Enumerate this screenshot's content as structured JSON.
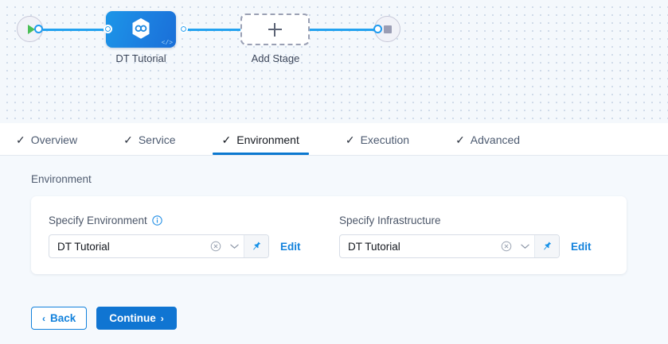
{
  "canvas": {
    "start_node": {
      "name": "start-node",
      "icon": "play-icon"
    },
    "end_node": {
      "name": "end-node",
      "icon": "stop-icon"
    },
    "stage": {
      "label": "DT Tutorial",
      "icon": "hexagon-infinity-icon",
      "badge": "</>"
    },
    "add_stage": {
      "label": "Add Stage",
      "icon": "plus-icon"
    }
  },
  "tabs": [
    {
      "label": "Overview",
      "check": "✓",
      "active": false
    },
    {
      "label": "Service",
      "check": "✓",
      "active": false
    },
    {
      "label": "Environment",
      "check": "✓",
      "active": true
    },
    {
      "label": "Execution",
      "check": "✓",
      "active": false
    },
    {
      "label": "Advanced",
      "check": "✓",
      "active": false
    }
  ],
  "section": {
    "title": "Environment"
  },
  "fields": {
    "environment": {
      "label": "Specify Environment",
      "has_info_icon": true,
      "value": "DT Tutorial",
      "clear_icon": "clear-circle-icon",
      "chevron_icon": "chevron-down-icon",
      "pin_icon": "pin-icon",
      "edit_label": "Edit"
    },
    "infrastructure": {
      "label": "Specify Infrastructure",
      "has_info_icon": false,
      "value": "DT Tutorial",
      "clear_icon": "clear-circle-icon",
      "chevron_icon": "chevron-down-icon",
      "pin_icon": "pin-icon",
      "edit_label": "Edit"
    }
  },
  "footer": {
    "back_label": "Back",
    "back_chevron": "‹",
    "continue_label": "Continue",
    "continue_chevron": "›"
  },
  "colors": {
    "accent_blue": "#1075d2",
    "link_blue": "#1382dc",
    "wire_blue": "#22a2f0",
    "play_green": "#4bbf57",
    "canvas_bg": "#f4f8fc",
    "content_bg": "#f5f9fd"
  }
}
